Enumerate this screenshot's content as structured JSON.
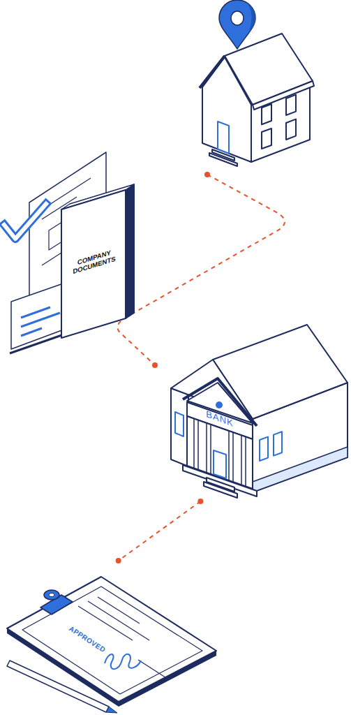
{
  "diagram": {
    "nodes": [
      {
        "text": [
          "COMPANY DOCUMENTS"
        ]
      },
      {
        "text": [
          "BANK"
        ]
      },
      {
        "text": [
          "APPROVED"
        ]
      }
    ],
    "edges": [
      {
        "from": 1,
        "to": 2,
        "arrow": "none"
      }
    ]
  }
}
